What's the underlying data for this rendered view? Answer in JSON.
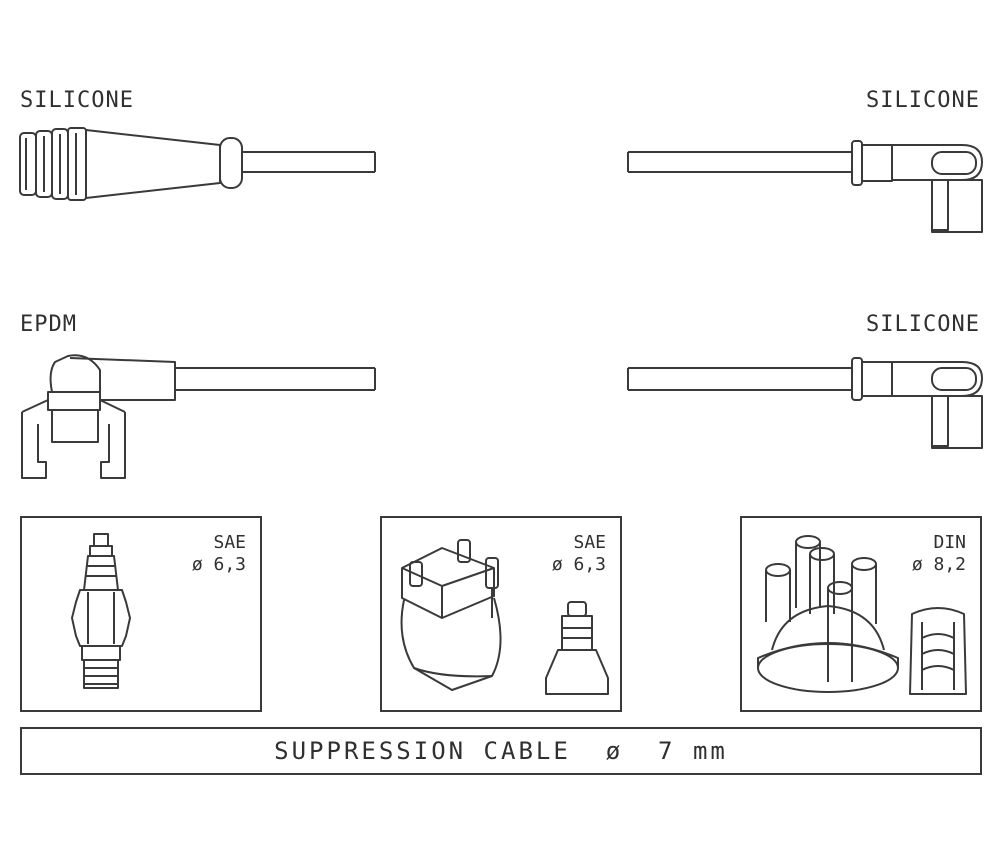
{
  "cables": {
    "top_left_label": "SILICONE",
    "top_right_label": "SILICONE",
    "mid_left_label": "EPDM",
    "mid_right_label": "SILICONE"
  },
  "panels": [
    {
      "line1": "SAE",
      "line2": "ø 6,3",
      "icon": "spark-plug-icon"
    },
    {
      "line1": "SAE",
      "line2": "ø 6,3",
      "icon": "ignition-coil-icon"
    },
    {
      "line1": "DIN",
      "line2": "ø 8,2",
      "icon": "distributor-cap-icon"
    }
  ],
  "footer": {
    "text": "SUPPRESSION CABLE  ø  7 mm"
  },
  "colors": {
    "line": "#3a3a3a",
    "background": "#ffffff"
  }
}
